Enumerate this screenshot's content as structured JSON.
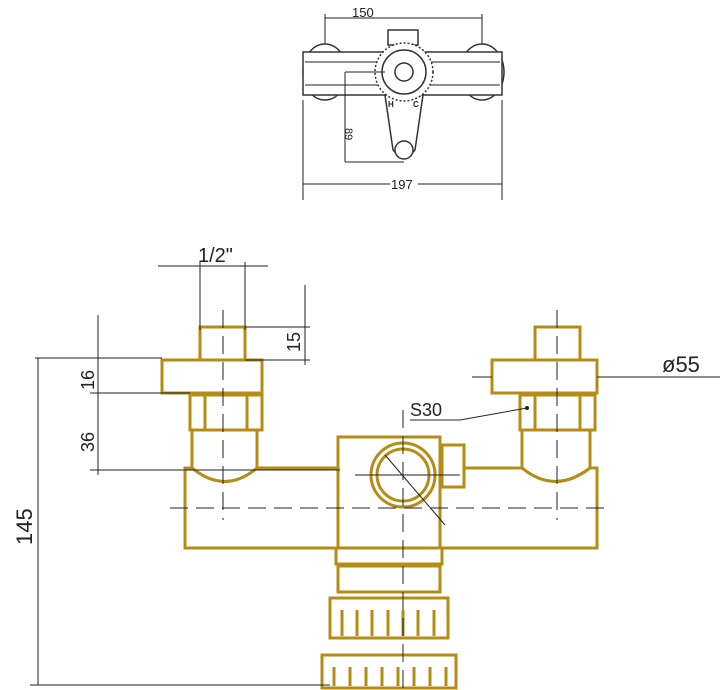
{
  "top_view": {
    "dim_spacing": "150",
    "dim_depth": "89",
    "dim_width": "197",
    "hot_label": "H",
    "cold_label": "C"
  },
  "front_view": {
    "dim_thread": "1/2\"",
    "dim_pipe": "15",
    "dim_flange": "16",
    "dim_nut": "36",
    "dim_height": "145",
    "dim_diameter": "ø55",
    "dim_hex": "S30"
  },
  "colors": {
    "body": "#b48c16",
    "lines": "#222222"
  }
}
